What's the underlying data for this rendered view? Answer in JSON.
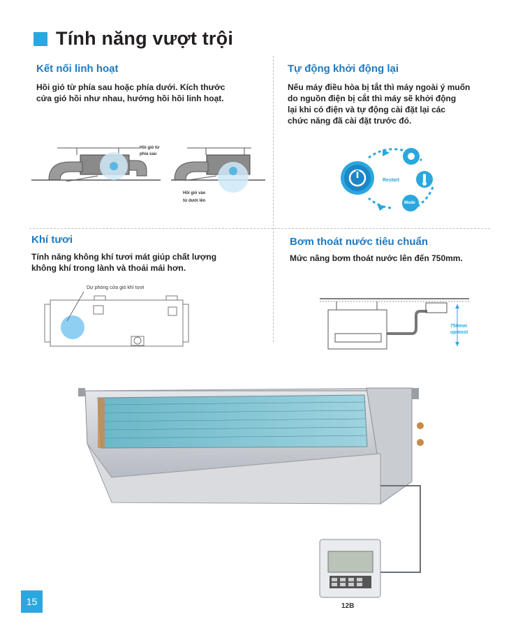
{
  "page": {
    "title": "Tính năng vượt trội",
    "number": "15",
    "model": "12B"
  },
  "features": {
    "flexible": {
      "heading": "Kết nối linh hoạt",
      "text_line1": "Hồi gió từ phía sau hoặc phía dưới. Kích thước",
      "text_line2": "cửa gió hồi như nhau, hướng hồi hồi linh hoạt.",
      "label_rear_1": "Hồi gió từ",
      "label_rear_2": "phía sau",
      "label_bottom_1": "Hồi gió vào",
      "label_bottom_2": "từ dưới lên"
    },
    "auto_restart": {
      "heading": "Tự động khởi động lại",
      "text_line1": "Nếu máy điều hòa bị tắt thì máy ngoài ý muốn",
      "text_line2": "do nguồn điện bị cắt thì máy sẽ khởi động",
      "text_line3": "lại khi có điện và tự động cài đặt lại các",
      "text_line4": "chức năng đã cài đặt trước đó.",
      "restart_label": "Restart",
      "mode_label": "Mode"
    },
    "fresh_air": {
      "heading": "Khí tươi",
      "text_line1": "Tính năng không khí tươi mát giúp chất lượng",
      "text_line2": "không khí trong lành và thoải mái hơn.",
      "reserve_label": "Dự phòng cửa gió khí tươi"
    },
    "drain_pump": {
      "heading": "Bơm thoát nước tiêu chuẩn",
      "text_line1": "Mức nâng bơm thoát nước lên đến 750mm.",
      "label_line1": "750mm",
      "label_line2": "upmost"
    }
  },
  "colors": {
    "accent": "#29a8df",
    "heading": "#1f7ac0",
    "text": "#231f20"
  }
}
